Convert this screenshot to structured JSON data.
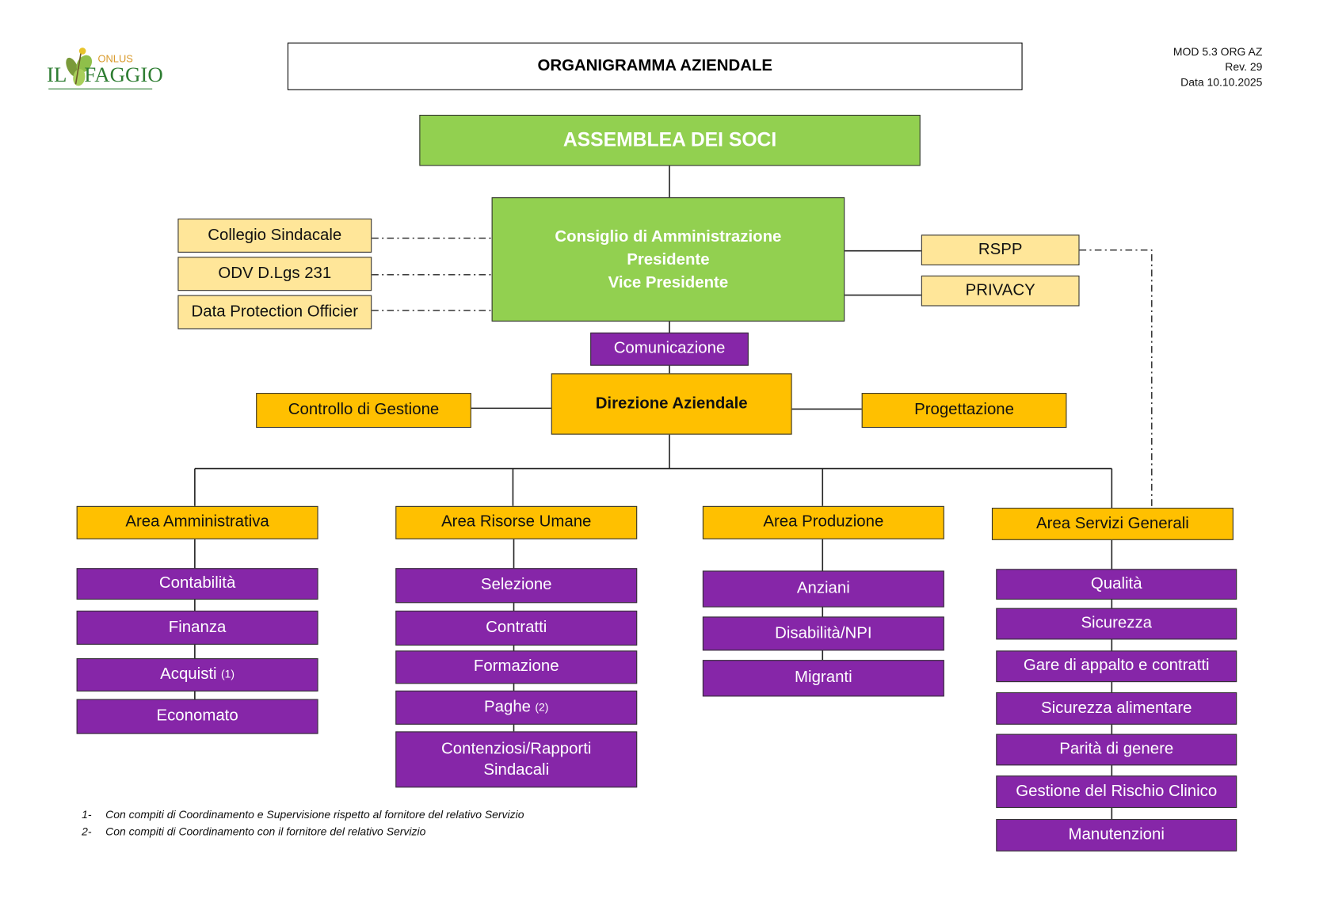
{
  "header": {
    "logo": {
      "text_left": "IL",
      "text_right": "FAGGIO",
      "tagline": "ONLUS"
    },
    "title": "ORGANIGRAMMA AZIENDALE",
    "doc_code": "MOD 5.3 ORG AZ",
    "revision": "Rev. 29",
    "date": "Data 10.10.2025"
  },
  "colors": {
    "governance": "#92d050",
    "staff_light": "#ffe699",
    "management": "#ffc000",
    "function": "#8626a8"
  },
  "org": {
    "assembly": "ASSEMBLEA DEI SOCI",
    "board": {
      "line1": "Consiglio di Amministrazione",
      "line2": "Presidente",
      "line3": "Vice Presidente"
    },
    "control_bodies": [
      "Collegio Sindacale",
      "ODV D.Lgs 231",
      "Data Protection Officier"
    ],
    "board_staff": [
      "RSPP",
      "PRIVACY"
    ],
    "communication": "Comunicazione",
    "direction": "Direzione Aziendale",
    "direction_staff_left": "Controllo di Gestione",
    "direction_staff_right": "Progettazione",
    "areas": [
      {
        "name": "Area Amministrativa",
        "units": [
          {
            "label": "Contabilità",
            "note": ""
          },
          {
            "label": "Finanza",
            "note": ""
          },
          {
            "label": "Acquisti",
            "note": "(1)"
          },
          {
            "label": "Economato",
            "note": ""
          }
        ]
      },
      {
        "name": "Area Risorse Umane",
        "units": [
          {
            "label": "Selezione",
            "note": ""
          },
          {
            "label": "Contratti",
            "note": ""
          },
          {
            "label": "Formazione",
            "note": ""
          },
          {
            "label": "Paghe",
            "note": "(2)"
          },
          {
            "label": "Contenziosi/Rapporti",
            "label2": "Sindacali",
            "note": ""
          }
        ]
      },
      {
        "name": "Area Produzione",
        "units": [
          {
            "label": "Anziani",
            "note": ""
          },
          {
            "label": "Disabilità/NPI",
            "note": ""
          },
          {
            "label": "Migranti",
            "note": ""
          }
        ]
      },
      {
        "name": "Area Servizi Generali",
        "units": [
          {
            "label": "Qualità",
            "note": ""
          },
          {
            "label": "Sicurezza",
            "note": ""
          },
          {
            "label": "Gare di appalto e contratti",
            "note": ""
          },
          {
            "label": "Sicurezza alimentare",
            "note": ""
          },
          {
            "label": "Parità di genere",
            "note": ""
          },
          {
            "label": "Gestione del Rischio Clinico",
            "note": ""
          },
          {
            "label": "Manutenzioni",
            "note": ""
          }
        ]
      }
    ]
  },
  "footnotes": [
    {
      "num": "1-",
      "text": "Con compiti di Coordinamento e Supervisione rispetto al fornitore del relativo Servizio"
    },
    {
      "num": "2-",
      "text": "Con compiti di Coordinamento con il fornitore del relativo Servizio"
    }
  ]
}
